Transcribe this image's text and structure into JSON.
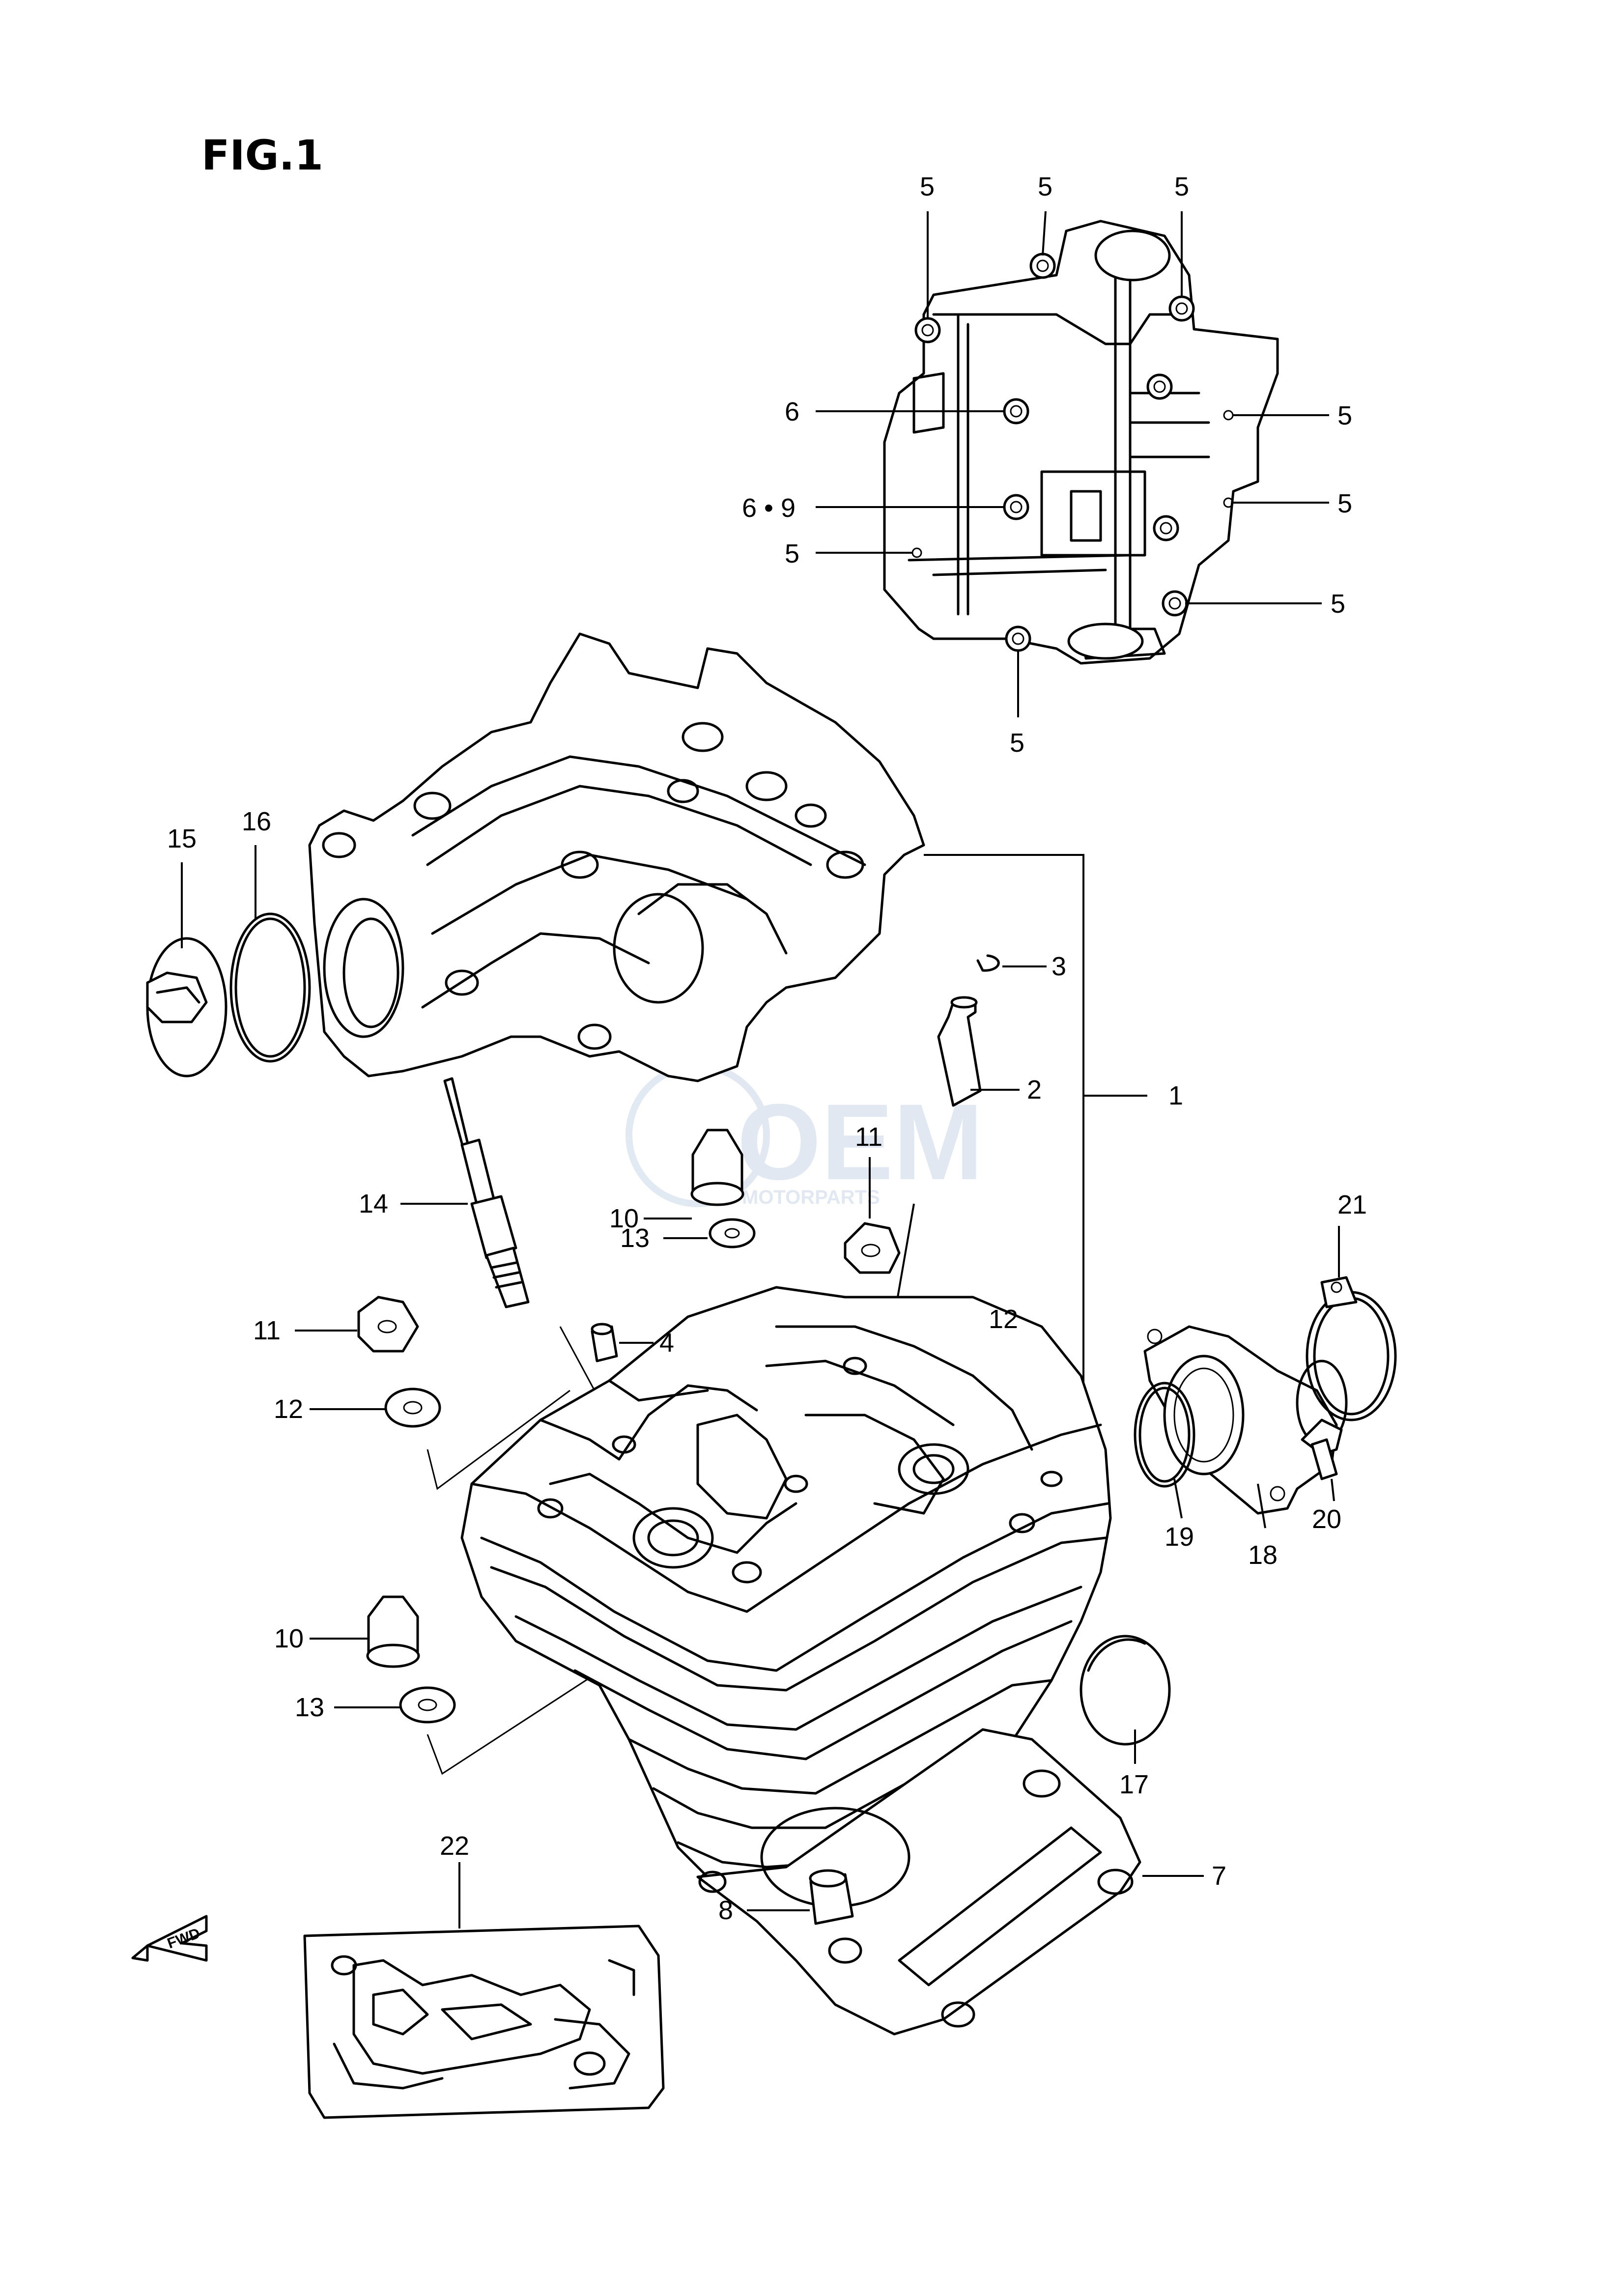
{
  "figure": {
    "title": "FIG.1",
    "fwd_label": "FWD"
  },
  "watermark": {
    "brand": "OEM",
    "sub": "MOTORPARTS"
  },
  "callouts": {
    "c1": "1",
    "c2": "2",
    "c3": "3",
    "c4": "4",
    "c5a": "5",
    "c5b": "5",
    "c5c": "5",
    "c5d": "5",
    "c5e": "5",
    "c5f": "5",
    "c5g": "5",
    "c5h": "5",
    "c6": "6",
    "c69": "6 • 9",
    "c7": "7",
    "c8": "8",
    "c10a": "10",
    "c10b": "10",
    "c11a": "11",
    "c11b": "11",
    "c12a": "12",
    "c12b": "12",
    "c13a": "13",
    "c13b": "13",
    "c14": "14",
    "c15": "15",
    "c16": "16",
    "c17": "17",
    "c18": "18",
    "c19": "19",
    "c20": "20",
    "c21": "21",
    "c22": "22"
  }
}
